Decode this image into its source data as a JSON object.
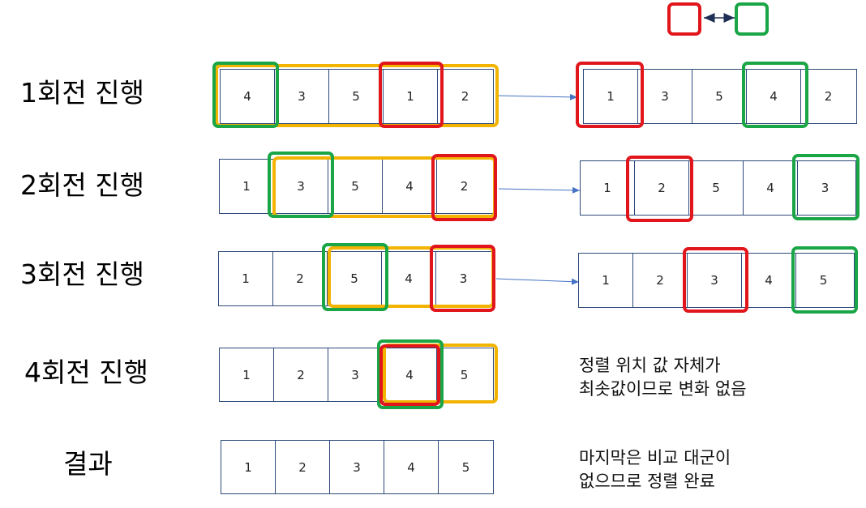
{
  "legend": {
    "red_color": "#e0161c",
    "green_color": "#1aa546",
    "swap_arrow": "double-arrow"
  },
  "rounds": [
    {
      "label": "1회전 진행",
      "before": [
        "4",
        "3",
        "5",
        "1",
        "2"
      ],
      "after": [
        "1",
        "3",
        "5",
        "4",
        "2"
      ]
    },
    {
      "label": "2회전 진행",
      "before": [
        "1",
        "3",
        "5",
        "4",
        "2"
      ],
      "after": [
        "1",
        "2",
        "5",
        "4",
        "3"
      ]
    },
    {
      "label": "3회전 진행",
      "before": [
        "1",
        "2",
        "5",
        "4",
        "3"
      ],
      "after": [
        "1",
        "2",
        "3",
        "4",
        "5"
      ]
    },
    {
      "label": "4회전 진행",
      "before": [
        "1",
        "2",
        "3",
        "4",
        "5"
      ],
      "note": [
        "정렬 위치 값 자체가",
        "최솟값이므로 변화 없음"
      ]
    }
  ],
  "result": {
    "label": "결과",
    "values": [
      "1",
      "2",
      "3",
      "4",
      "5"
    ],
    "note": [
      "마지막은 비교 대군이",
      "없으므로 정렬 완료"
    ]
  }
}
